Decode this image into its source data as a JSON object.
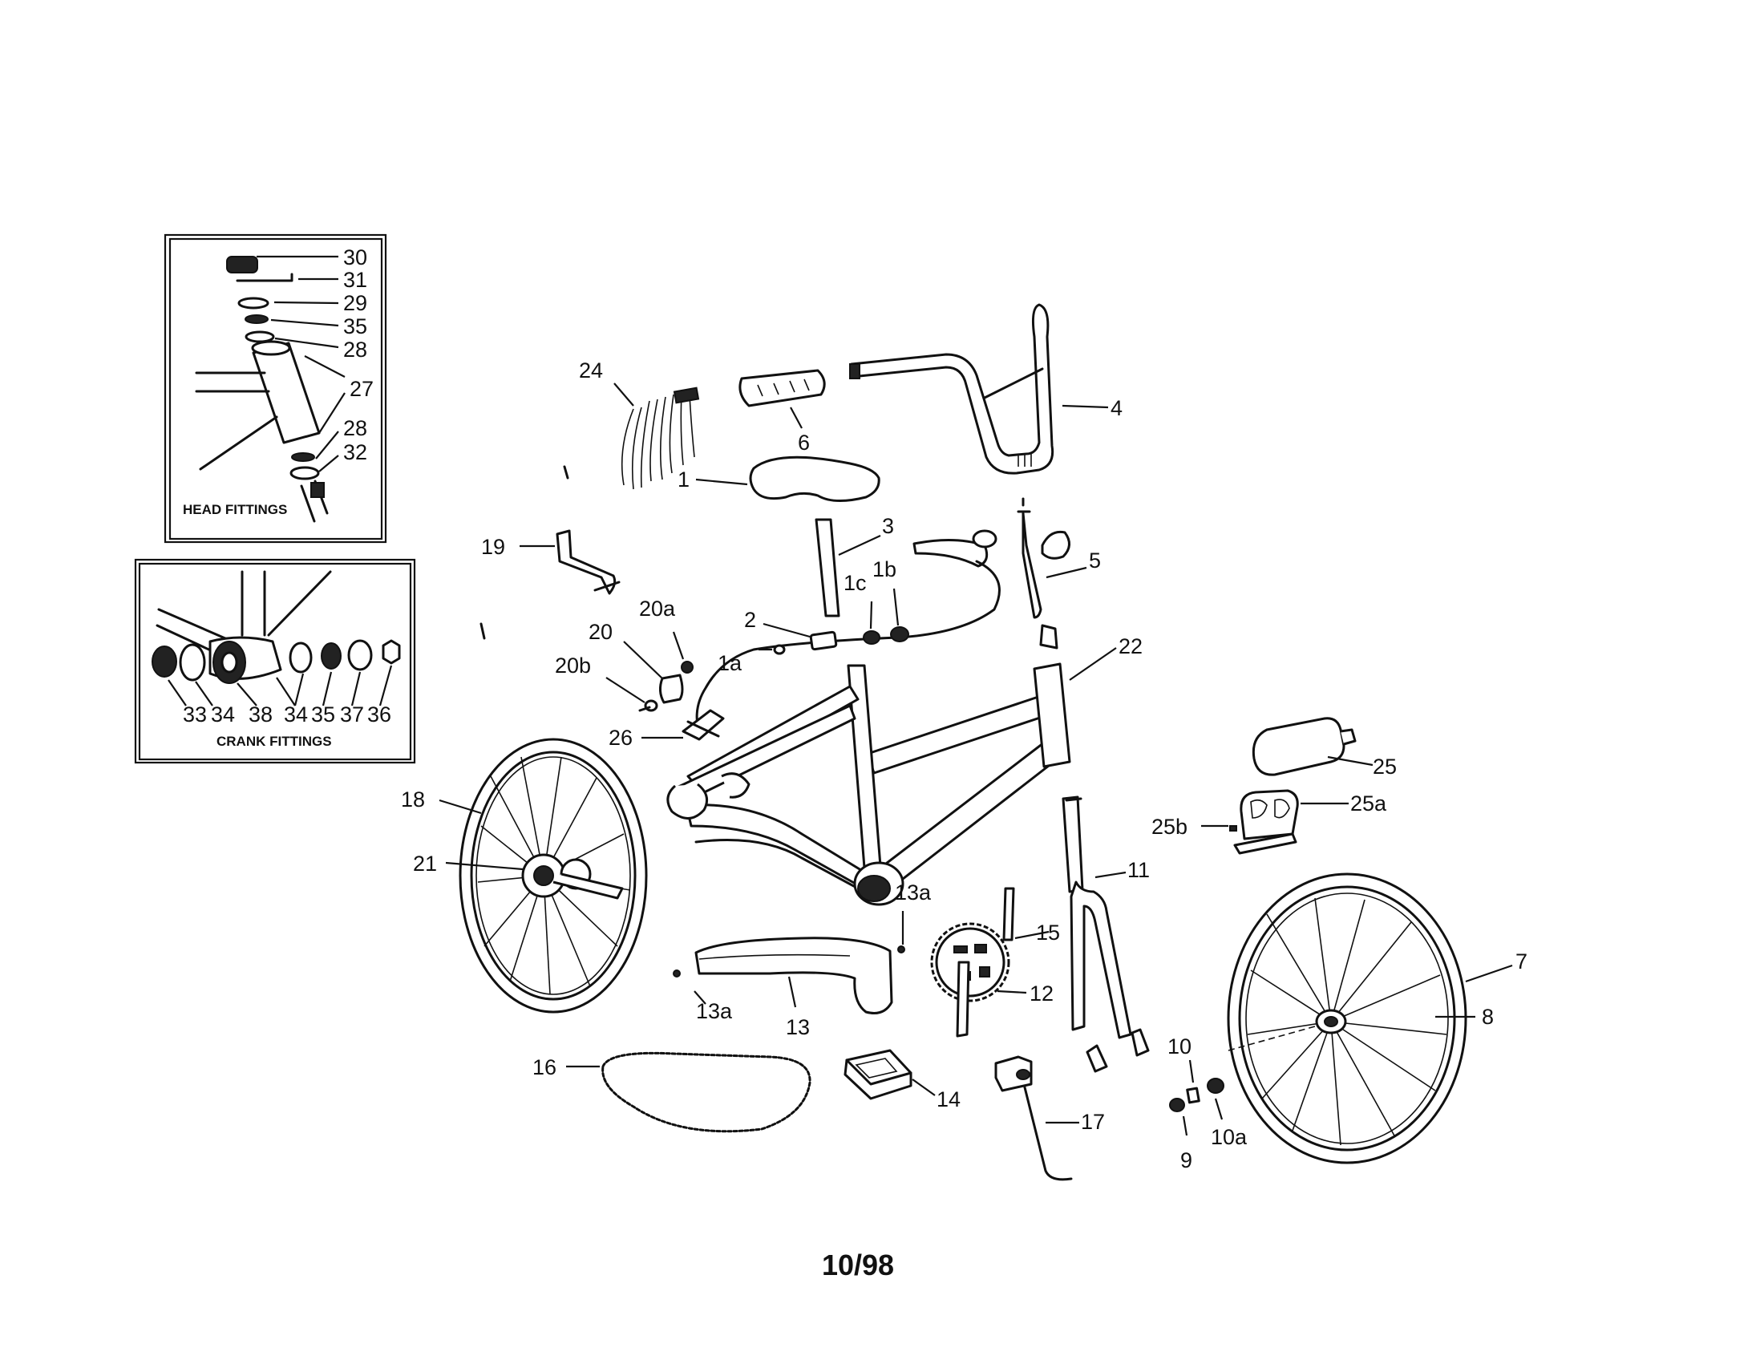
{
  "footer": {
    "date_code": "10/98"
  },
  "insets": {
    "head": {
      "title": "HEAD FITTINGS",
      "labels": [
        "30",
        "31",
        "29",
        "35",
        "28",
        "27",
        "28",
        "32"
      ]
    },
    "crank": {
      "title": "CRANK FITTINGS",
      "labels": [
        "33",
        "34",
        "38",
        "34",
        "35",
        "37",
        "36"
      ]
    }
  },
  "callouts": {
    "p24": "24",
    "p6": "6",
    "p4": "4",
    "p1": "1",
    "p3": "3",
    "p5": "5",
    "p19": "19",
    "p1c": "1c",
    "p1b": "1b",
    "p2": "2",
    "p20a": "20a",
    "p20": "20",
    "p1a": "1a",
    "p20b": "20b",
    "p22": "22",
    "p26": "26",
    "p25": "25",
    "p25a": "25a",
    "p25b": "25b",
    "p18": "18",
    "p21": "21",
    "p11": "11",
    "p13a_top": "13a",
    "p15": "15",
    "p12": "12",
    "p7": "7",
    "p8": "8",
    "p13a_bottom": "13a",
    "p13": "13",
    "p10": "10",
    "p16": "16",
    "p14": "14",
    "p17": "17",
    "p10a": "10a",
    "p9": "9"
  },
  "icons": [
    "seat",
    "handlebar",
    "grip",
    "streamers",
    "frame",
    "fork",
    "wheel",
    "chain",
    "chainwheel",
    "crank",
    "pedal",
    "kickstand",
    "chain-guard",
    "water-bottle",
    "bottle-cage",
    "brake-lever",
    "brake-caliper",
    "reflector-bracket",
    "headset",
    "bottom-bracket"
  ]
}
